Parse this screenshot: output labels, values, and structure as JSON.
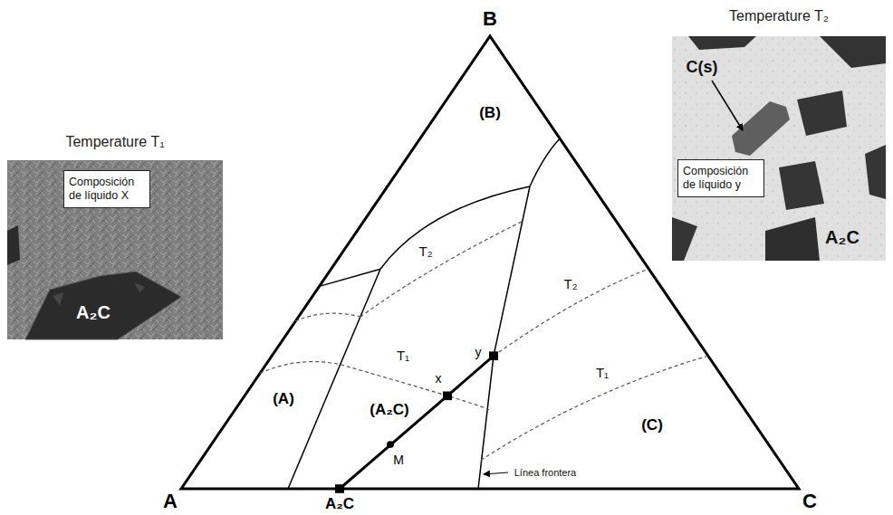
{
  "diagram": {
    "nodes": [
      {
        "text": [
          "Temperature T₁",
          "A₂C"
        ]
      },
      {
        "text": [
          "Composición de líquido X"
        ],
        "in": 0
      },
      {
        "text": [
          "Temperature T₂",
          "C(s)",
          "A₂C"
        ]
      },
      {
        "text": [
          "Composición de líquido y"
        ],
        "in": 2
      }
    ],
    "labels": [
      "B",
      "(B)",
      "(A)",
      "(A₂C)",
      "(C)",
      "T₂",
      "T₁",
      "T₂",
      "T₁",
      "x",
      "y",
      "M",
      "A",
      "A₂C",
      "C",
      "Línea frontera"
    ]
  }
}
